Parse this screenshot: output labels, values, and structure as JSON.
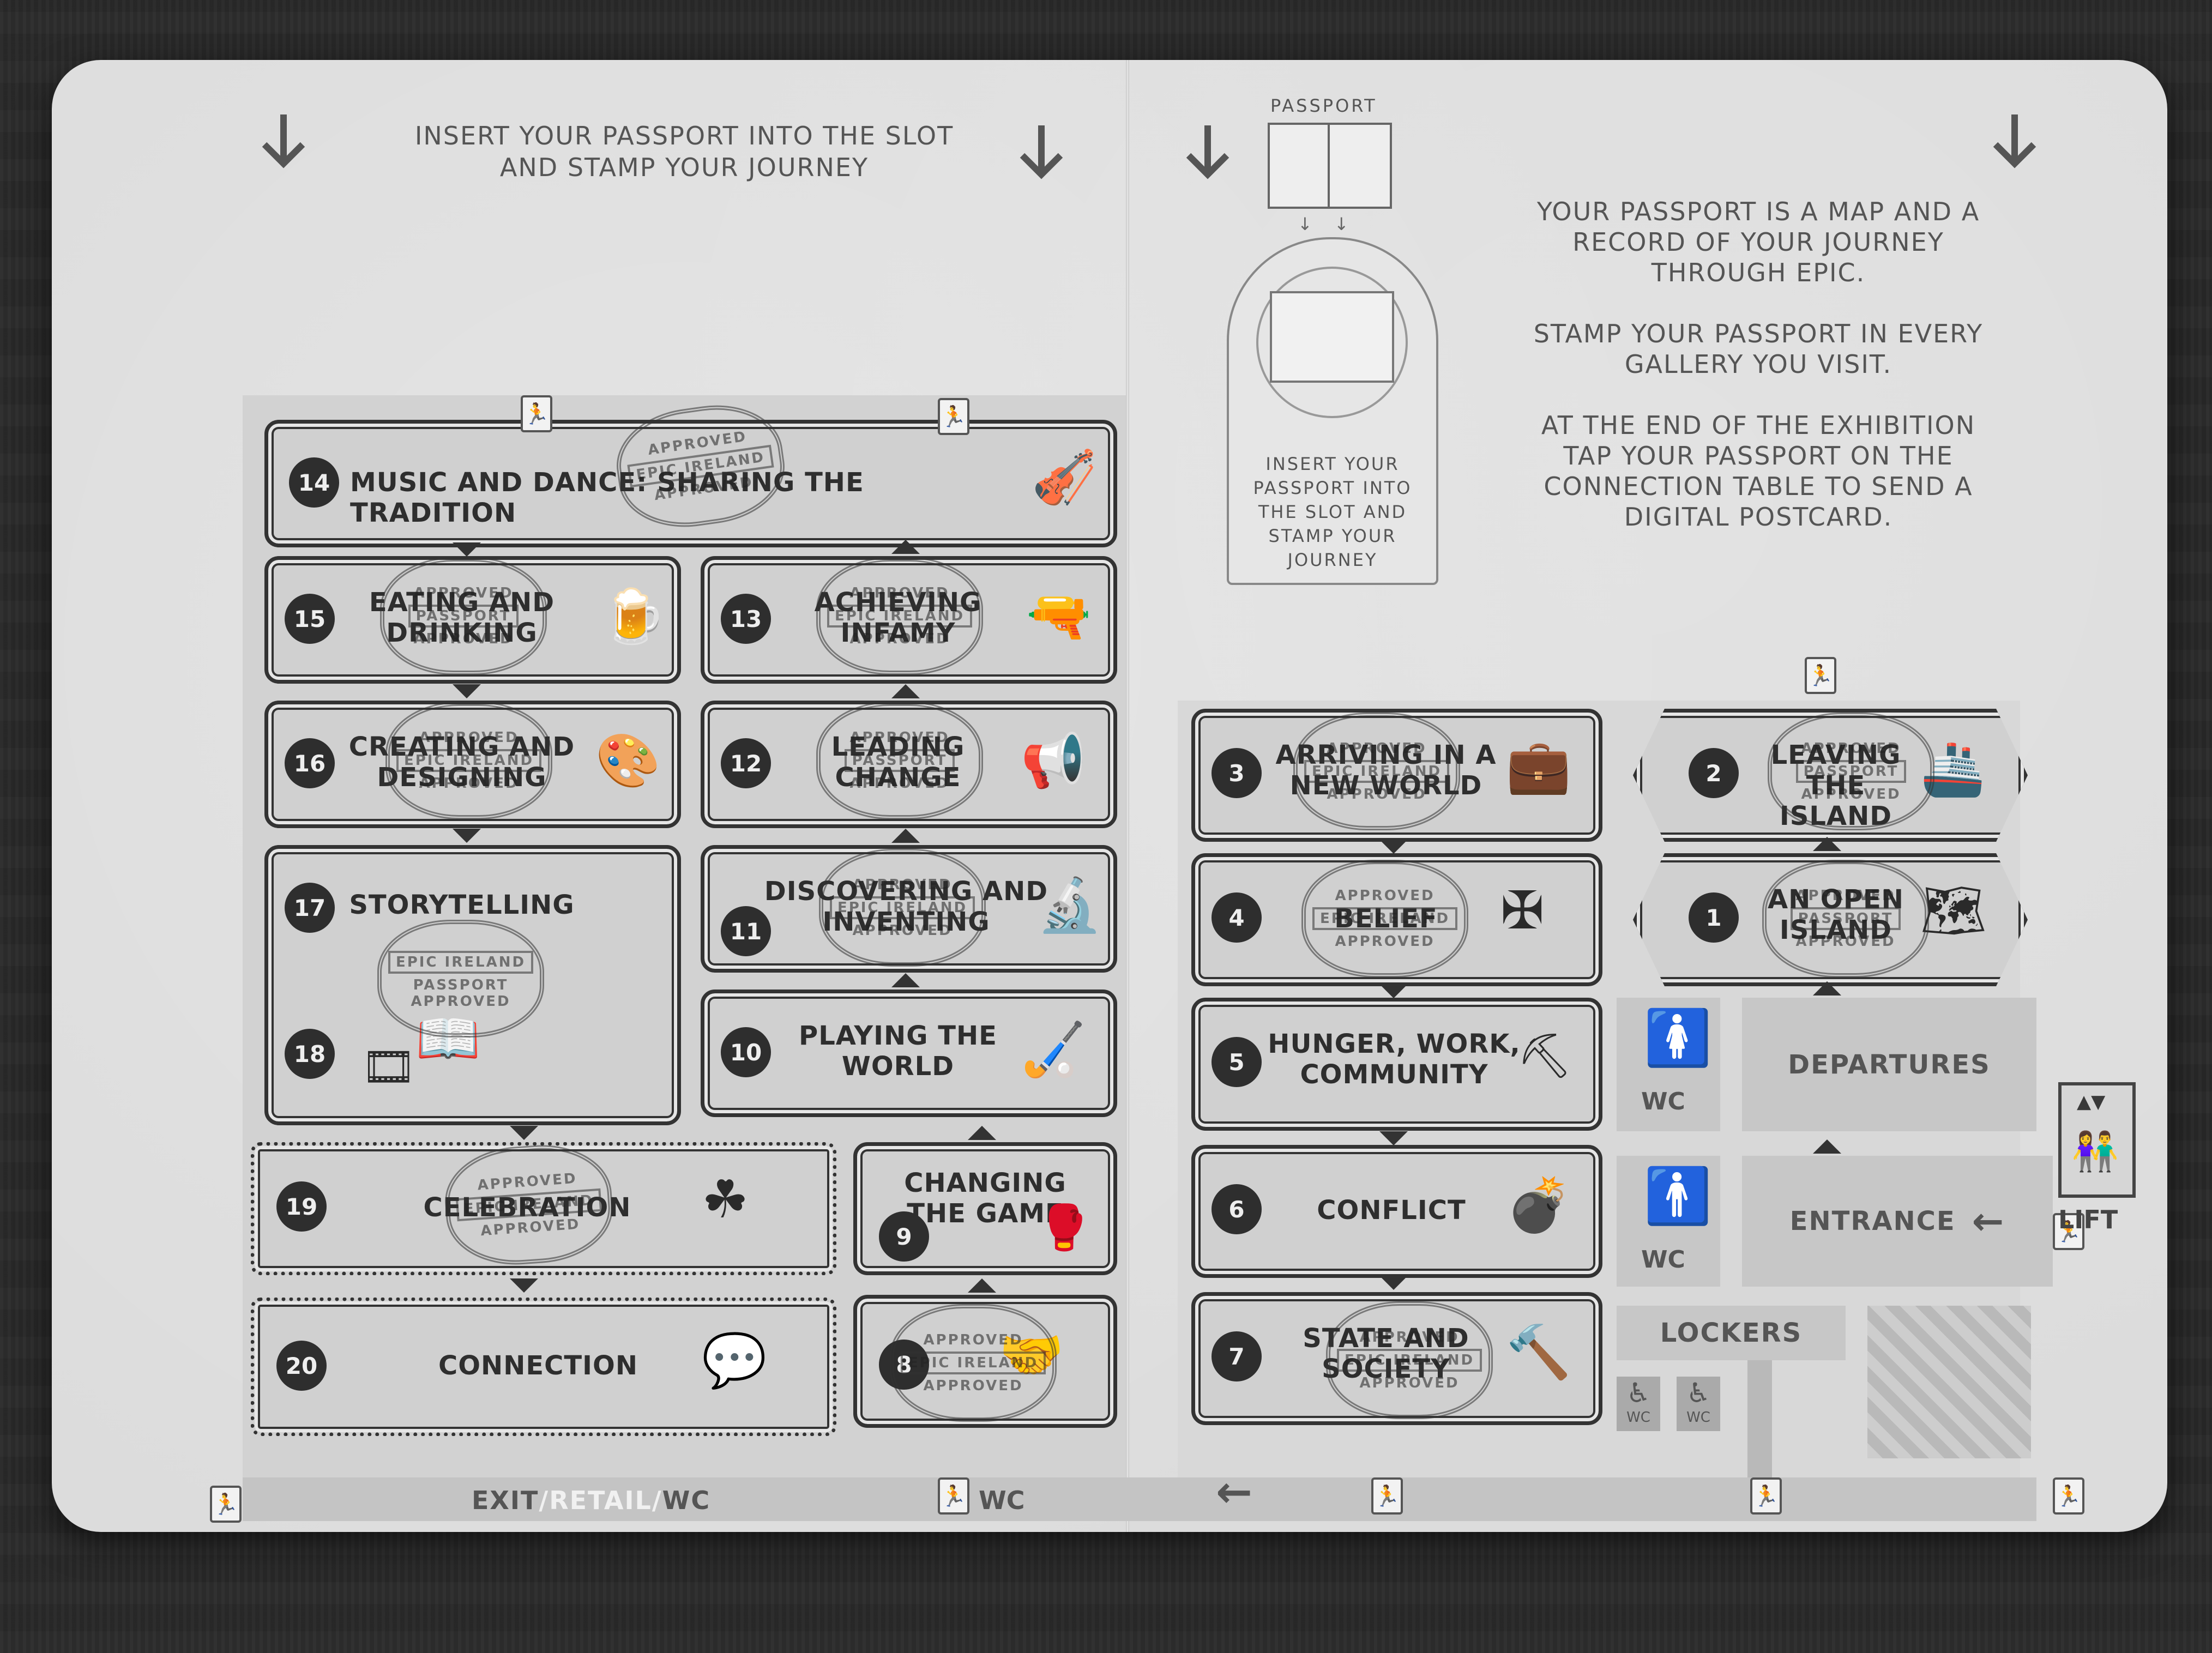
{
  "page": {
    "top_instruction_line1": "INSERT YOUR PASSPORT INTO THE SLOT",
    "top_instruction_line2": "AND STAMP YOUR JOURNEY",
    "passport_label": "PASSPORT",
    "slot_text_lines": [
      "INSERT YOUR",
      "PASSPORT INTO",
      "THE SLOT AND",
      "STAMP YOUR",
      "JOURNEY"
    ],
    "right_paragraphs": [
      "YOUR PASSPORT IS A MAP AND A RECORD OF YOUR JOURNEY THROUGH EPIC.",
      "STAMP YOUR PASSPORT IN EVERY GALLERY YOU VISIT.",
      "AT THE END OF THE EXHIBITION TAP YOUR PASSPORT ON THE CONNECTION TABLE TO SEND A DIGITAL POSTCARD."
    ]
  },
  "galleries": {
    "g1": {
      "num": "1",
      "label": "AN OPEN ISLAND",
      "icon": "ireland-map-icon"
    },
    "g2": {
      "num": "2",
      "label": "LEAVING THE ISLAND",
      "icon": "ship-icon"
    },
    "g3": {
      "num": "3",
      "label": "ARRIVING IN A NEW WORLD",
      "icon": "suitcase-icon"
    },
    "g4": {
      "num": "4",
      "label": "BELIEF",
      "icon": "celtic-cross-icon"
    },
    "g5": {
      "num": "5",
      "label": "HUNGER, WORK, COMMUNITY",
      "icon": "shovel-heart-icon"
    },
    "g6": {
      "num": "6",
      "label": "CONFLICT",
      "icon": "cannon-icon"
    },
    "g7": {
      "num": "7",
      "label": "STATE AND SOCIETY",
      "icon": "gavel-icon"
    },
    "g8": {
      "num": "8",
      "label": "",
      "icon": "handshake-icon"
    },
    "g9": {
      "num": "9",
      "label": "CHANGING THE GAME",
      "icon": "boxing-gloves-icon"
    },
    "g10": {
      "num": "10",
      "label": "PLAYING THE WORLD",
      "icon": "hurling-sticks-icon"
    },
    "g11": {
      "num": "11",
      "label": "DISCOVERING AND INVENTING",
      "icon": "microscope-icon"
    },
    "g12": {
      "num": "12",
      "label": "LEADING CHANGE",
      "icon": "megaphone-icon"
    },
    "g13": {
      "num": "13",
      "label": "ACHIEVING INFAMY",
      "icon": "pistols-icon"
    },
    "g14": {
      "num": "14",
      "label": "MUSIC AND DANCE: SHARING THE TRADITION",
      "icon": "violin-icon"
    },
    "g15": {
      "num": "15",
      "label": "EATING AND DRINKING",
      "icon": "pint-glass-icon"
    },
    "g16": {
      "num": "16",
      "label": "CREATING AND DESIGNING",
      "icon": "palette-icon"
    },
    "g17": {
      "num": "17",
      "label": "STORYTELLING",
      "icon": "book-icon"
    },
    "g18": {
      "num": "18",
      "label": "",
      "icon": "film-reel-icon"
    },
    "g19": {
      "num": "19",
      "label": "CELEBRATION",
      "icon": "shamrock-icon"
    },
    "g20": {
      "num": "20",
      "label": "CONNECTION",
      "icon": "speech-bubbles-icon"
    }
  },
  "stamp": {
    "approved": "APPROVED",
    "epic_ireland": "EPIC IRELAND",
    "passport": "PASSPORT"
  },
  "rooms": {
    "departures": "DEPARTURES",
    "entrance": "ENTRANCE",
    "lockers": "LOCKERS",
    "wc": "WC",
    "lift": "LIFT",
    "exit": "EXIT",
    "retail": "/RETAIL/",
    "exit_wc": "WC",
    "bottom_wc": "WC"
  }
}
